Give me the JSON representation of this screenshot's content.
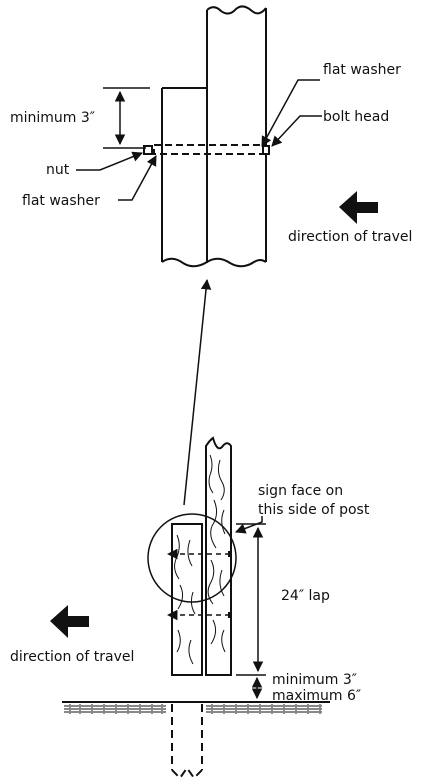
{
  "labels": {
    "flat_washer_top": "flat washer",
    "bolt_head": "bolt head",
    "minimum_3_top": "minimum 3″",
    "nut": "nut",
    "flat_washer_bottom": "flat washer",
    "direction_top": "direction of travel",
    "sign_face_line1": "sign face on",
    "sign_face_line2": "this side of post",
    "lap": "24″ lap",
    "direction_bottom": "direction of travel",
    "minimum_3_bottom": "minimum 3″",
    "maximum_6": "maximum 6″"
  }
}
